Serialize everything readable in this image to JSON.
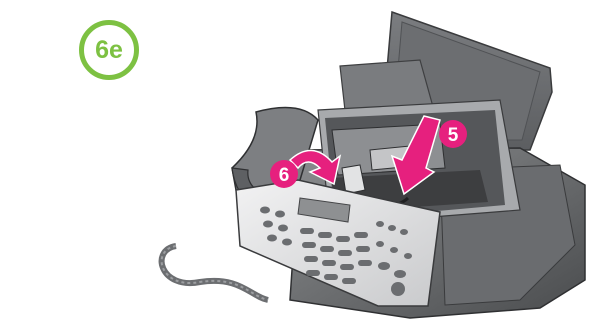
{
  "step_label": "6e",
  "callouts": [
    {
      "number": "5"
    },
    {
      "number": "6"
    }
  ],
  "colors": {
    "step_green": "#7dc142",
    "callout_magenta": "#e6207e",
    "device_dark": "#5a5c5e",
    "device_mid": "#9a9c9e",
    "device_light": "#d8d9da"
  }
}
